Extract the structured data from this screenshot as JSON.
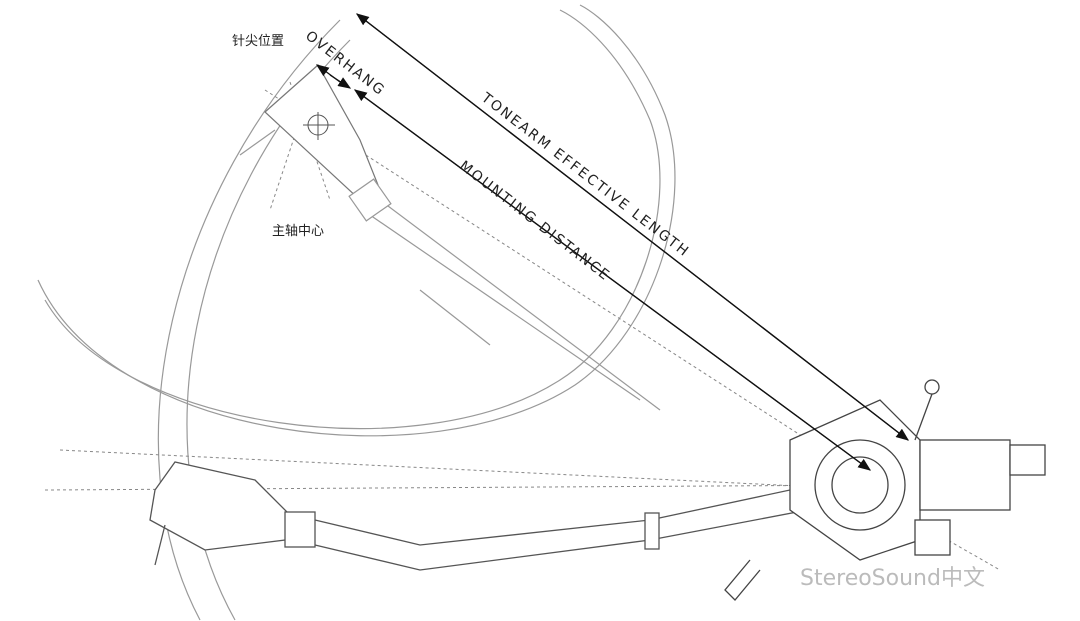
{
  "labels": {
    "stylus_position": "针尖位置",
    "spindle_center": "主轴中心",
    "overhang": "OVERHANG",
    "effective_length": "TONEARM EFFECTIVE LENGTH",
    "mounting_distance": "MOUNTING DISTANCE"
  },
  "watermark": "StereoSound中文",
  "colors": {
    "line": "#222222",
    "light": "#999999"
  }
}
